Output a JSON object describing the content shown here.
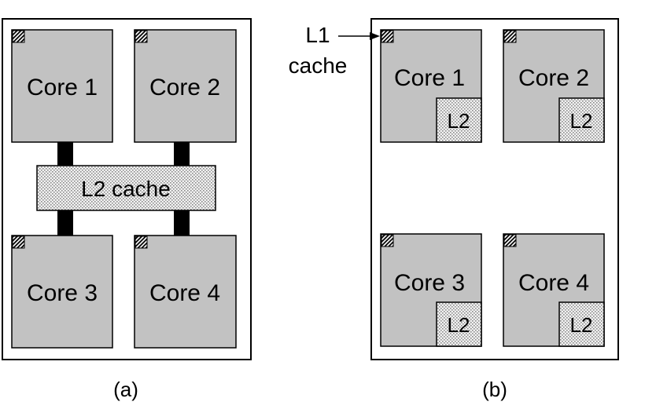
{
  "figure_a": {
    "caption": "(a)",
    "cores": [
      {
        "label": "Core 1"
      },
      {
        "label": "Core 2"
      },
      {
        "label": "Core 3"
      },
      {
        "label": "Core 4"
      }
    ],
    "shared_cache_label": "L2 cache"
  },
  "figure_b": {
    "caption": "(b)",
    "cores": [
      {
        "label": "Core 1",
        "l2_label": "L2"
      },
      {
        "label": "Core 2",
        "l2_label": "L2"
      },
      {
        "label": "Core 3",
        "l2_label": "L2"
      },
      {
        "label": "Core 4",
        "l2_label": "L2"
      }
    ],
    "l1_callout": {
      "line1": "L1",
      "line2": "cache"
    }
  },
  "colors": {
    "core_fill": "#c2c2c2",
    "outline": "#000000",
    "cache_dots": "#8a8a8a",
    "cache_bg": "#f2f2f2",
    "connector": "#000000"
  }
}
